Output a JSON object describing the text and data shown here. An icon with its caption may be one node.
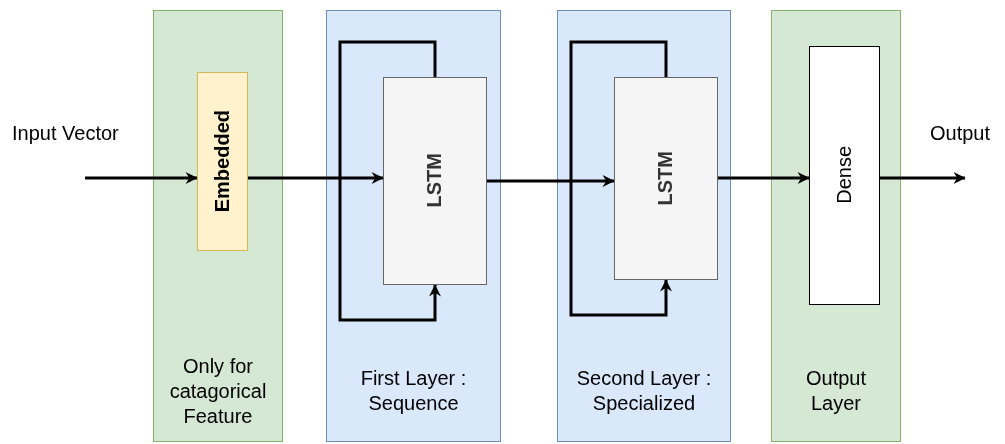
{
  "diagram": {
    "nodes": [
      {
        "text": [
          "Only for catagorical Feature"
        ]
      },
      {
        "text": [
          "Embedded"
        ],
        "in": 0
      },
      {
        "text": [
          "First Layer : Sequence"
        ]
      },
      {
        "text": [
          "LSTM"
        ],
        "in": 2
      },
      {
        "text": [
          "Second Layer : Specialized"
        ]
      },
      {
        "text": [
          "LSTM"
        ],
        "in": 4
      },
      {
        "text": [
          "Output Layer"
        ]
      },
      {
        "text": [
          "Dense"
        ],
        "in": 6
      }
    ],
    "edges": [
      {
        "from": null,
        "to": 1,
        "arrow": "to"
      },
      {
        "from": 1,
        "to": 3,
        "arrow": "to"
      },
      {
        "from": 3,
        "to": 3,
        "arrow": "to"
      },
      {
        "from": 3,
        "to": 5,
        "arrow": "to"
      },
      {
        "from": 5,
        "to": 5,
        "arrow": "to"
      },
      {
        "from": 5,
        "to": 7,
        "arrow": "to"
      },
      {
        "from": 7,
        "to": null,
        "arrow": "to"
      }
    ],
    "labels": [
      "Input Vector",
      "Output"
    ]
  }
}
